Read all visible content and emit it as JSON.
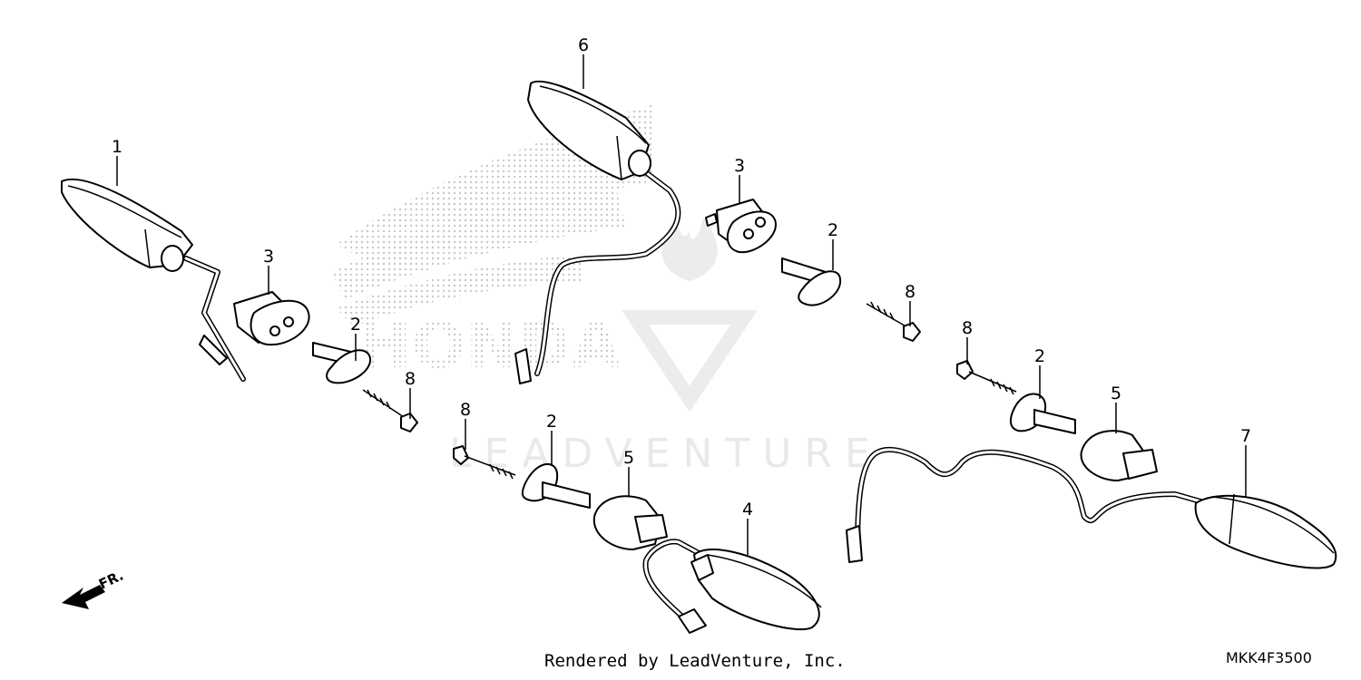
{
  "footer": {
    "rendered_by": "Rendered by LeadVenture, Inc.",
    "diagram_code": "MKK4F3500"
  },
  "watermark": {
    "brand_text": "LEADVENTURE",
    "background_logo_text": "HONDA"
  },
  "direction": {
    "label": "FR."
  },
  "callouts": {
    "c1": "1",
    "c3a": "3",
    "c2a": "2",
    "c8a": "8",
    "c6": "6",
    "c3b": "3",
    "c2b": "2",
    "c8b": "8",
    "c8c": "8",
    "c2c": "2",
    "c5a": "5",
    "c4": "4",
    "c8d": "8",
    "c2d": "2",
    "c5b": "5",
    "c7": "7"
  }
}
